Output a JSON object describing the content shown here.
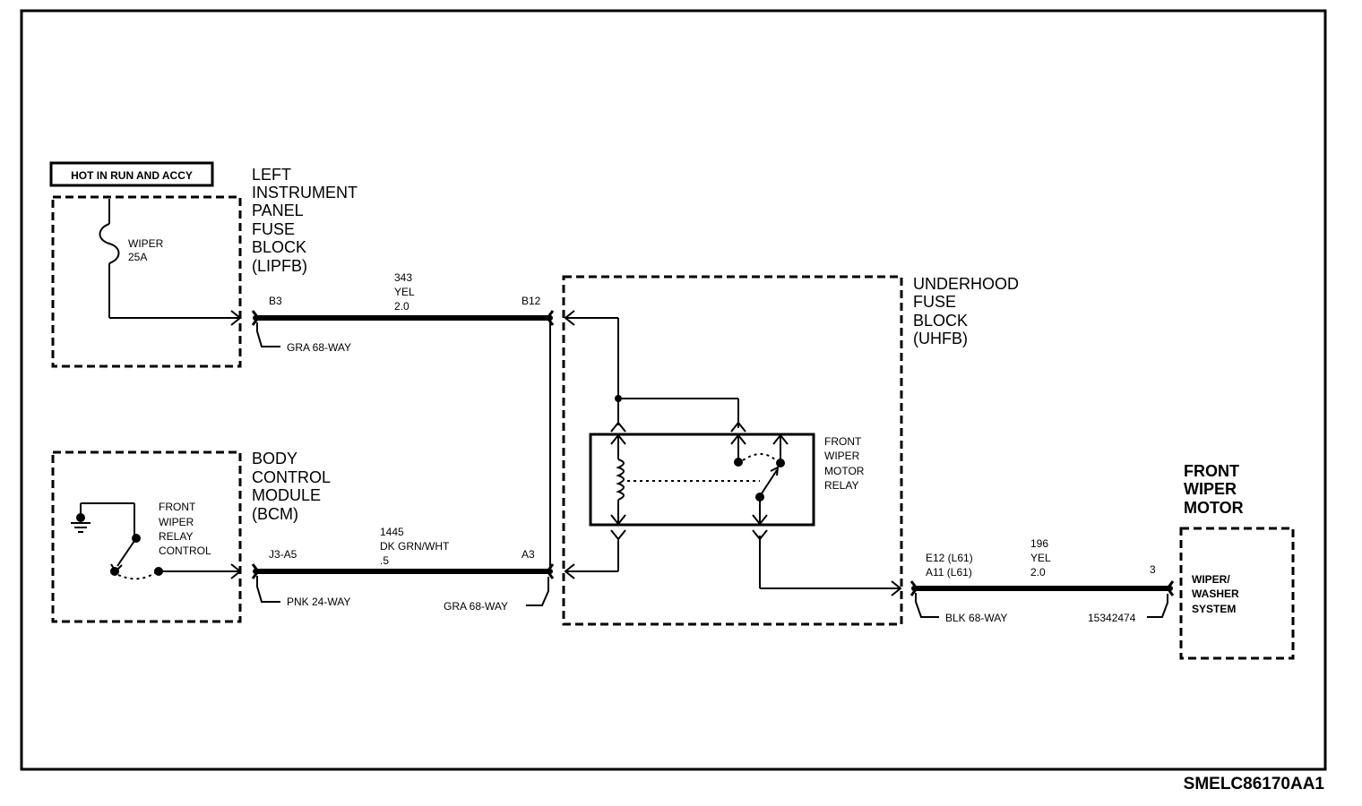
{
  "hot_label": "HOT IN RUN AND ACCY",
  "lipfb": {
    "title": [
      "LEFT",
      "INSTRUMENT",
      "PANEL",
      "FUSE",
      "BLOCK",
      "(LIPFB)"
    ],
    "fuse_name": "WIPER",
    "fuse_rating": "25A"
  },
  "bcm": {
    "title": [
      "BODY",
      "CONTROL",
      "MODULE",
      "(BCM)"
    ],
    "control_label": [
      "FRONT",
      "WIPER",
      "RELAY",
      "CONTROL"
    ]
  },
  "uhfb": {
    "title": [
      "UNDERHOOD",
      "FUSE",
      "BLOCK",
      "(UHFB)"
    ],
    "relay_label": [
      "FRONT",
      "WIPER",
      "MOTOR",
      "RELAY"
    ]
  },
  "motor": {
    "title": [
      "FRONT",
      "WIPER",
      "MOTOR"
    ],
    "inner_label": [
      "WIPER/",
      "WASHER",
      "SYSTEM"
    ]
  },
  "wire_343": {
    "start_pin": "B3",
    "end_pin": "B12",
    "circuit": [
      "343",
      "YEL",
      "2.0"
    ],
    "connector": "GRA 68-WAY"
  },
  "wire_1445": {
    "start_pin": "J3-A5",
    "end_pin": "A3",
    "circuit": [
      "1445",
      "DK GRN/WHT",
      ".5"
    ],
    "start_connector": "PNK 24-WAY",
    "end_connector": "GRA 68-WAY"
  },
  "wire_196": {
    "start_pins": [
      "E12 (L61)",
      "A11 (L61)"
    ],
    "end_pin": "3",
    "circuit": [
      "196",
      "YEL",
      "2.0"
    ],
    "start_connector": "BLK 68-WAY",
    "end_connector": "15342474"
  },
  "diagram_code": "SMELC86170AA1"
}
